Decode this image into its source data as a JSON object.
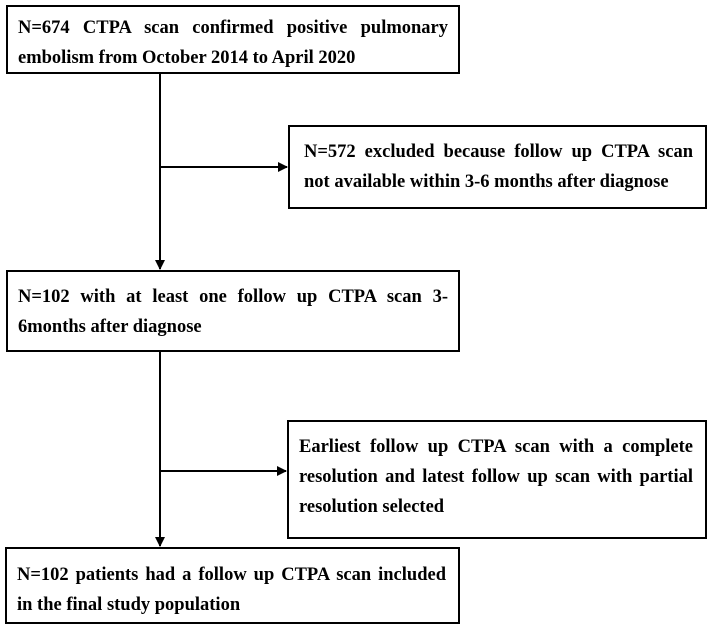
{
  "flowchart": {
    "box1": "N=674 CTPA scan confirmed positive pulmonary embolism from October 2014 to April 2020",
    "box2": "N=572 excluded because follow up CTPA scan not available within 3-6 months after diagnose",
    "box3": "N=102 with at least one follow up CTPA scan 3-6months after diagnose",
    "box4": "Earliest follow up CTPA scan with a complete resolution and latest follow up scan with partial resolution selected",
    "box5": "N=102 patients had a follow up CTPA scan included in the final study population"
  },
  "colors": {
    "line": "#000000",
    "background": "#ffffff",
    "text": "#000000"
  }
}
